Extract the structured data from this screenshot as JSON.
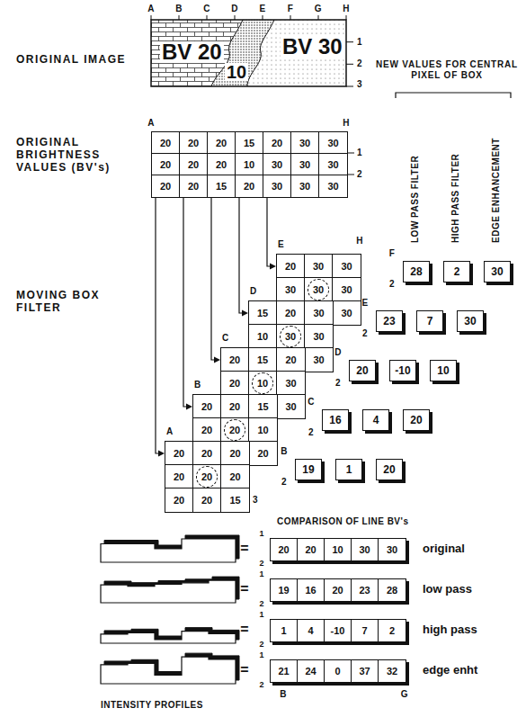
{
  "diagram": {
    "nodes": [
      {
        "text": [
          "20",
          "20",
          "20",
          "15",
          "20",
          "30",
          "30",
          "20",
          "20",
          "20",
          "10",
          "30",
          "30",
          "30",
          "20",
          "20",
          "15",
          "20",
          "30",
          "30",
          "30"
        ]
      },
      {
        "text": [
          "A",
          "20",
          "20",
          "20",
          "20",
          "20",
          "20",
          "20",
          "20",
          "15"
        ]
      },
      {
        "text": [
          "B",
          "20",
          "20",
          "15",
          "20",
          "20",
          "10",
          "20"
        ]
      },
      {
        "text": [
          "C",
          "20",
          "15",
          "20",
          "20",
          "10",
          "30",
          "30"
        ]
      },
      {
        "text": [
          "D",
          "15",
          "20",
          "30",
          "10",
          "30",
          "30",
          "30"
        ]
      },
      {
        "text": [
          "E",
          "20",
          "30",
          "30",
          "30",
          "30",
          "30",
          "30"
        ]
      },
      {
        "text": [
          "28"
        ]
      },
      {
        "text": [
          "2"
        ]
      },
      {
        "text": [
          "30"
        ]
      },
      {
        "text": [
          "23"
        ]
      },
      {
        "text": [
          "7"
        ]
      },
      {
        "text": [
          "30"
        ]
      },
      {
        "text": [
          "20"
        ]
      },
      {
        "text": [
          "-10"
        ]
      },
      {
        "text": [
          "10"
        ]
      },
      {
        "text": [
          "16"
        ]
      },
      {
        "text": [
          "4"
        ]
      },
      {
        "text": [
          "20"
        ]
      },
      {
        "text": [
          "19"
        ]
      },
      {
        "text": [
          "1"
        ]
      },
      {
        "text": [
          "20"
        ]
      },
      {
        "text": [
          "20",
          "20",
          "10",
          "30",
          "30"
        ]
      },
      {
        "text": [
          "19",
          "16",
          "20",
          "23",
          "28"
        ]
      },
      {
        "text": [
          "1",
          "4",
          "-10",
          "7",
          "2"
        ]
      },
      {
        "text": [
          "21",
          "24",
          "0",
          "37",
          "32"
        ]
      }
    ],
    "edges": [
      {
        "from": 0,
        "to": 1,
        "arrow": "to"
      },
      {
        "from": 0,
        "to": 2,
        "arrow": "to"
      },
      {
        "from": 0,
        "to": 3,
        "arrow": "to"
      },
      {
        "from": 0,
        "to": 4,
        "arrow": "to"
      },
      {
        "from": 0,
        "to": 5,
        "arrow": "to"
      }
    ],
    "labels": [
      "A",
      "B",
      "C",
      "D",
      "E",
      "F",
      "G",
      "H",
      "1",
      "2",
      "3",
      "BV 20",
      "10",
      "BV 30",
      "ORIGINAL IMAGE",
      "ORIGINAL BRIGHTNESS VALUES (BV's)",
      "A",
      "H",
      "1",
      "2",
      "MOVING BOX FILTER",
      "H",
      "3",
      "NEW VALUES FOR CENTRAL PIXEL OF BOX",
      "LOW PASS FILTER",
      "HIGH PASS FILTER",
      "EDGE ENHANCEMENT",
      "F",
      "2",
      "E",
      "2",
      "D",
      "2",
      "C",
      "2",
      "B",
      "2",
      "COMPARISON OF LINE BV's",
      "=",
      "1",
      "2",
      "original",
      "=",
      "1",
      "2",
      "low pass",
      "=",
      "1",
      "2",
      "high pass",
      "=",
      "1",
      "2",
      "edge enht",
      "B",
      "G",
      "INTENSITY PROFILES"
    ]
  }
}
